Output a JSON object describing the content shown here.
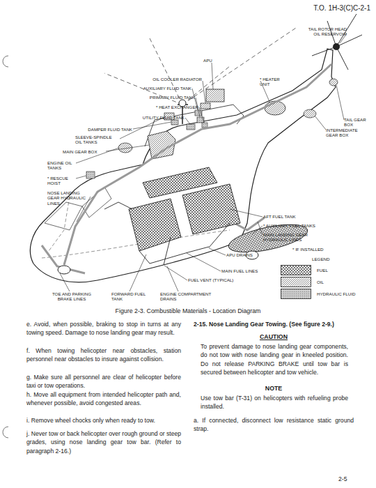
{
  "diagram": {
    "caption": "Figure 2-3. Combustible Materials - Location Diagram",
    "labels": [
      "T.O. 1H-3(C)C-2-1",
      "TAIL ROTOR HEAD OIL RESERVOIR",
      "OIL COOLER RADIATOR",
      "APU",
      "* HEATER UNIT",
      "AUXILIARY FLUID TANK",
      "PRIMARY FLUID TANK",
      "* HEAT EXCHANGER",
      "UTILITY FLUID TANK",
      "DAMPER FLUID TANK",
      "SLEEVE-SPINDLE OIL TANKS",
      "MAIN GEAR BOX",
      "ENGINE OIL TANKS",
      "* RESCUE HOIST",
      "NOSE LANDING GEAR HYDRAULIC LINES",
      "TAIL GEAR BOX",
      "INTERMEDIATE GEAR BOX",
      "AFT FUEL TANK",
      "* AUXILIARY FUEL TANKS",
      "MAIN LANDING GEAR HYDRAULIC LINES",
      "* IF INSTALLED",
      "LEGEND",
      "APU DRAINS",
      "MAIN FUEL LINES",
      "FUEL VENT (TYPICAL)",
      "TOE AND PARKING BRAKE LINES",
      "FORWARD FUEL TANK",
      "ENGINE COMPARTMENT DRAINS",
      "e. Avoid, when possible, braking to stop in turns at any towing speed. Damage to nose landing gear may result.",
      "f. When towing helicopter near obstacles, station personnel near obstacles to insure against collision.",
      "g. Make sure all personnel are clear of helicopter before taxi or tow operations.",
      "h. Move all equipment from intended helicopter path and, whenever possible, avoid congested areas.",
      "i. Remove wheel chocks only when ready to tow.",
      "j. Never tow or back helicopter over rough ground or steep grades, using nose landing gear tow bar. (Refer to paragraph 2-16.)",
      "2-15. Nose Landing Gear Towing. (See figure 2-9.)",
      "CAUTION",
      "To prevent damage to nose landing gear components, do not tow with nose landing gear in kneeled position. Do not release PARKING BRAKE until tow bar is secured between helicopter and tow vehicle.",
      "NOTE",
      "Use tow bar (T-31) on helicopters with refueling probe installed.",
      "a. If connected, disconnect low resistance static ground strap.",
      "2-5"
    ],
    "legend": [
      {
        "text": "FUEL"
      },
      {
        "text": "OIL"
      },
      {
        "text": "HYDRAULIC FLUID"
      }
    ]
  }
}
